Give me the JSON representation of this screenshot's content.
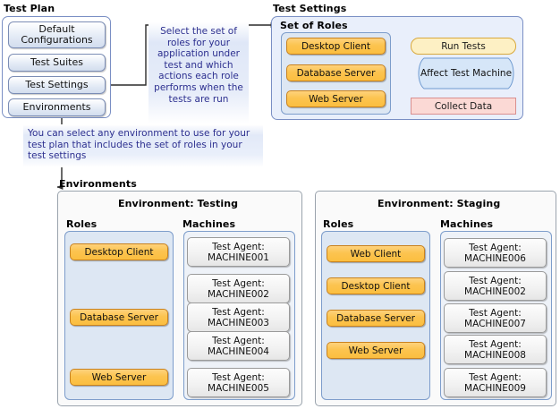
{
  "sections": {
    "test_plan_title": "Test Plan",
    "test_settings_title": "Test Settings",
    "environments_title": "Environments"
  },
  "test_plan": {
    "items": [
      {
        "label": "Default Configurations"
      },
      {
        "label": "Test Suites"
      },
      {
        "label": "Test Settings"
      },
      {
        "label": "Environments"
      }
    ]
  },
  "callouts": {
    "roles_note": "Select the set of roles for your application under test and which actions each role performs when the tests are run",
    "environment_note": "You can select any environment to use for your test plan that includes the set of roles in your test settings"
  },
  "test_settings": {
    "set_of_roles_label": "Set of Roles",
    "roles": [
      {
        "label": "Desktop Client"
      },
      {
        "label": "Database Server"
      },
      {
        "label": "Web Server"
      }
    ],
    "actions": [
      {
        "label": "Run Tests",
        "shape": "rounded",
        "color": "#fdf0c4"
      },
      {
        "label": "Affect Test Machine",
        "shape": "ribbon",
        "color": "#d6e6f8"
      },
      {
        "label": "Collect Data",
        "shape": "rect",
        "color": "#fbd9d5"
      }
    ]
  },
  "environments": [
    {
      "title": "Environment: Testing",
      "roles_header": "Roles",
      "machines_header": "Machines",
      "roles": [
        {
          "label": "Desktop Client"
        },
        {
          "label": "Database Server"
        },
        {
          "label": "Web Server"
        }
      ],
      "machines": [
        {
          "line1": "Test Agent:",
          "line2": "MACHINE001"
        },
        {
          "line1": "Test Agent:",
          "line2": "MACHINE002"
        },
        {
          "line1": "Test Agent:",
          "line2": "MACHINE003"
        },
        {
          "line1": "Test Agent:",
          "line2": "MACHINE004"
        },
        {
          "line1": "Test Agent:",
          "line2": "MACHINE005"
        }
      ]
    },
    {
      "title": "Environment: Staging",
      "roles_header": "Roles",
      "machines_header": "Machines",
      "roles": [
        {
          "label": "Web Client"
        },
        {
          "label": "Desktop Client"
        },
        {
          "label": "Database Server"
        },
        {
          "label": "Web Server"
        }
      ],
      "machines": [
        {
          "line1": "Test Agent:",
          "line2": "MACHINE006"
        },
        {
          "line1": "Test Agent:",
          "line2": "MACHINE002"
        },
        {
          "line1": "Test Agent:",
          "line2": "MACHINE007"
        },
        {
          "line1": "Test Agent:",
          "line2": "MACHINE008"
        },
        {
          "line1": "Test Agent:",
          "line2": "MACHINE009"
        }
      ]
    }
  ],
  "colors": {
    "role_fill": "#fbbe3f",
    "role_border": "#c8821f",
    "panel_border": "#7a8fc4",
    "callout_text": "#2c2f8f",
    "run_tests": "#fdf0c4",
    "affect_machine": "#d6e6f8",
    "collect_data": "#fbd9d5"
  }
}
